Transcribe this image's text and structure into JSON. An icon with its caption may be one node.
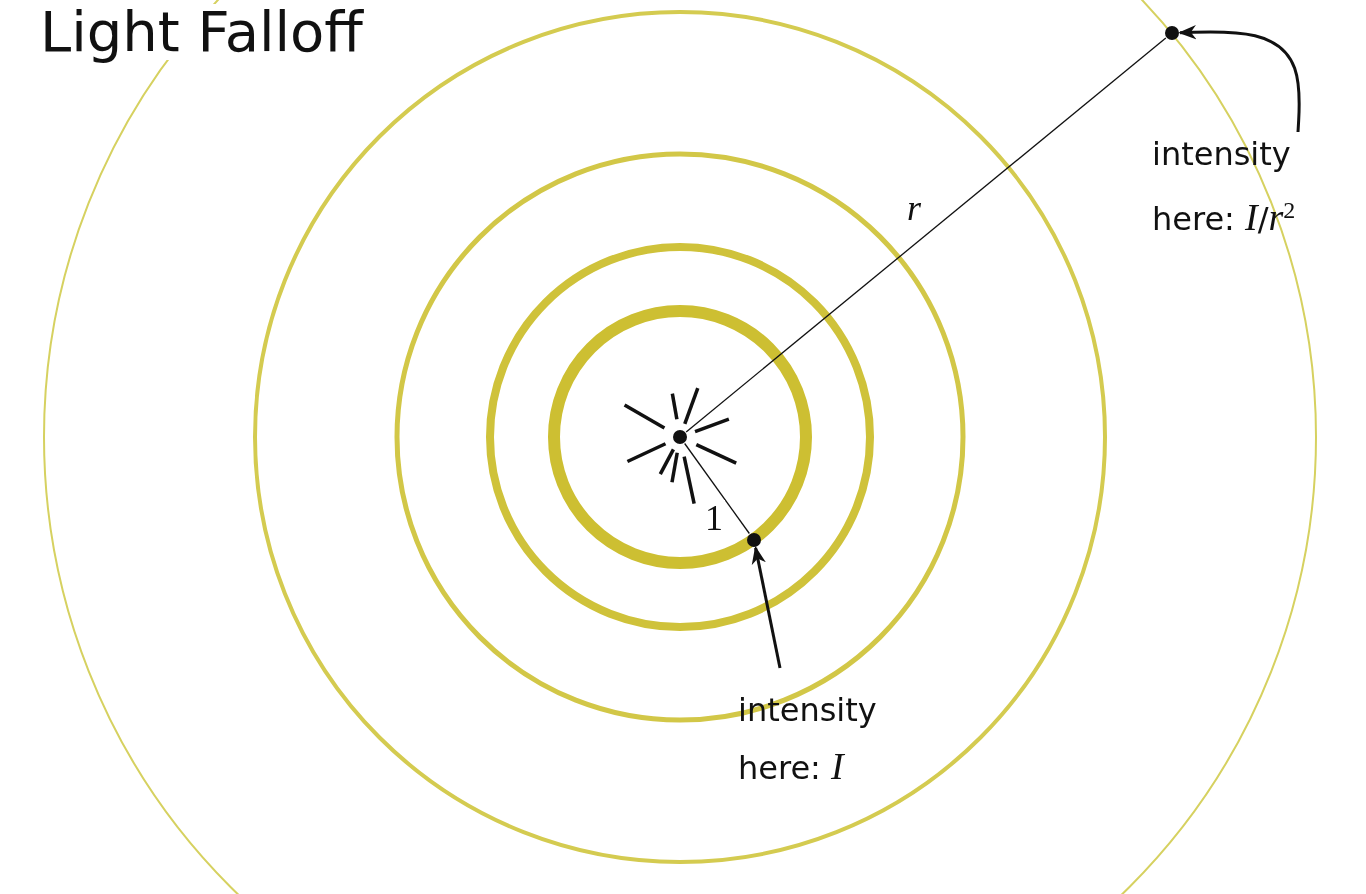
{
  "diagram": {
    "title": "Light Falloff",
    "nodes": [
      {
        "text": [],
        "shape": "circle"
      },
      {
        "text": [
          "intensity here: *I*/*r*$^{2}$"
        ]
      },
      {
        "text": [],
        "shape": "circle"
      },
      {
        "text": [],
        "shape": "circle"
      },
      {
        "text": [
          "intensity here: *I*"
        ]
      }
    ],
    "edges": [
      {
        "from": 2,
        "to": 0,
        "arrow": "none",
        "label": "r"
      },
      {
        "from": 2,
        "to": 3,
        "arrow": "none",
        "label": "1"
      },
      {
        "from": 1,
        "to": 0,
        "arrow": "to"
      },
      {
        "from": 4,
        "to": 3,
        "arrow": "to"
      }
    ]
  }
}
